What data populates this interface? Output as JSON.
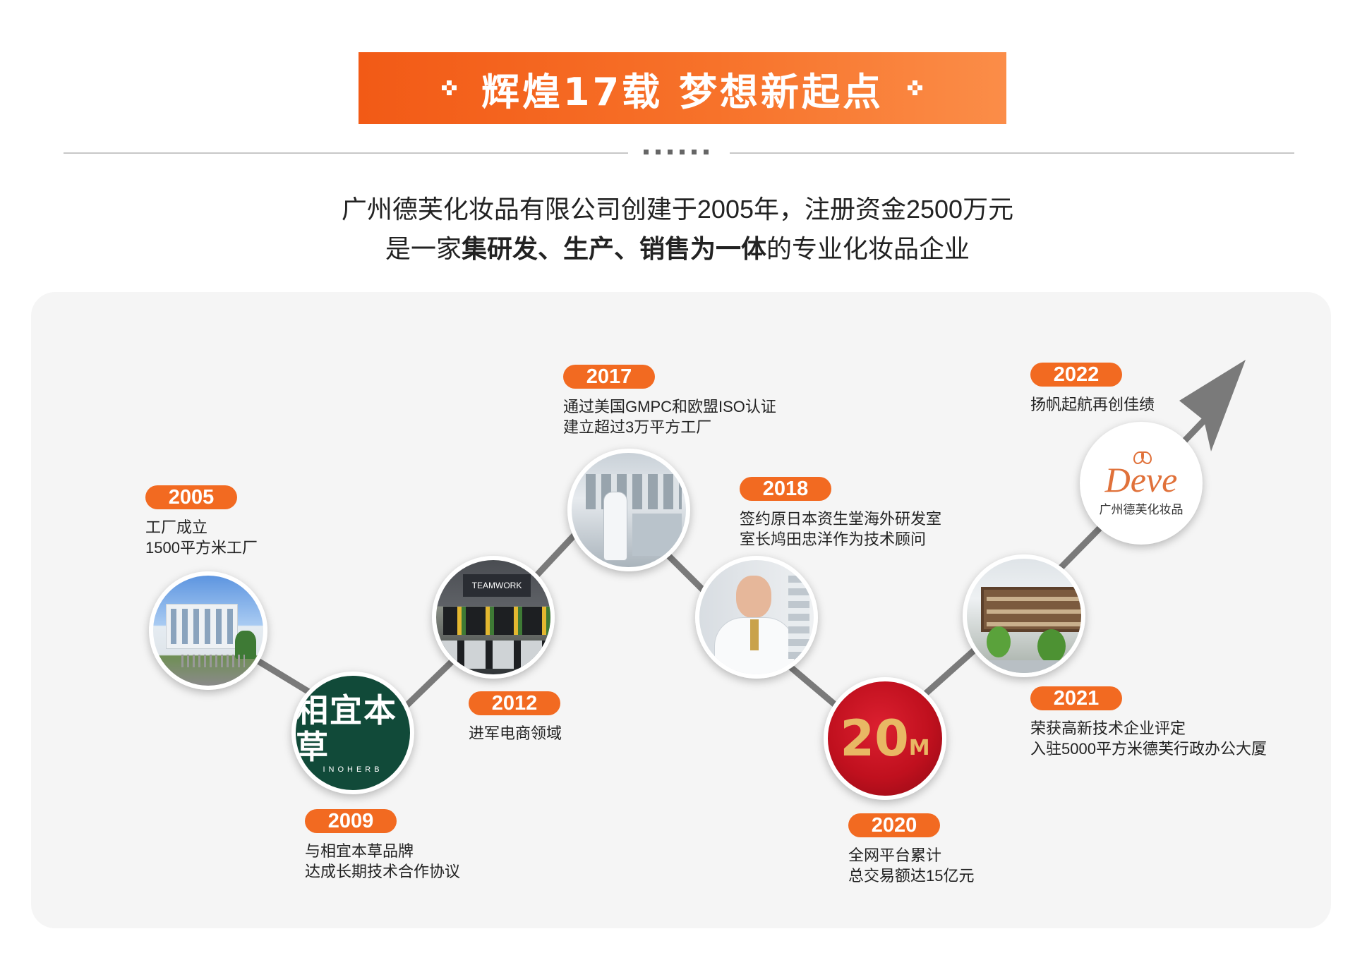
{
  "banner": {
    "title": "辉煌17载 梦想新起点"
  },
  "intro": {
    "line1": "广州德芙化妆品有限公司创建于2005年，注册资金2500万元",
    "line2_prefix": "是一家",
    "line2_bold": "集研发、生产、销售为一体",
    "line2_suffix": "的专业化妆品企业"
  },
  "milestones": [
    {
      "year": "2005",
      "lines": [
        "工厂成立",
        "1500平方米工厂"
      ],
      "image": "factory-building-photo"
    },
    {
      "year": "2009",
      "lines": [
        "与相宜本草品牌",
        "达成长期技术合作协议"
      ],
      "image": "inoherb-logo"
    },
    {
      "year": "2012",
      "lines": [
        "进军电商领域"
      ],
      "image": "office-teamwork-photo"
    },
    {
      "year": "2017",
      "lines": [
        "通过美国GMPC和欧盟ISO认证",
        "建立超过3万平方工厂"
      ],
      "image": "cleanroom-lab-photo"
    },
    {
      "year": "2018",
      "lines": [
        "签约原日本资生堂海外研发室",
        "室长鸠田忠洋作为技术顾问"
      ],
      "image": "scientist-portrait-photo"
    },
    {
      "year": "2020",
      "lines": [
        "全网平台累计",
        "总交易额达15亿元"
      ],
      "image": "20m-badge"
    },
    {
      "year": "2021",
      "lines": [
        "荣获高新技术企业评定",
        "入驻5000平方米德芙行政办公大厦"
      ],
      "image": "office-building-photo"
    },
    {
      "year": "2022",
      "lines": [
        "扬帆起航再创佳绩"
      ],
      "image": "deve-logo"
    }
  ],
  "logos": {
    "inoherb_cn": "相宜本草",
    "inoherb_en": "INOHERB",
    "badge_20m_number": "20",
    "badge_20m_unit": "M",
    "deve_en": "Deve",
    "deve_cn": "广州德芙化妆品"
  },
  "office_photo_sign": "TEAMWORK",
  "colors": {
    "accent_orange": "#f26a21",
    "banner_gradient_end": "#fb8d48",
    "timeline_gray": "#7a7a7a",
    "inoherb_green": "#114a39",
    "badge_red": "#c0101e",
    "badge_gold": "#e8b864"
  }
}
